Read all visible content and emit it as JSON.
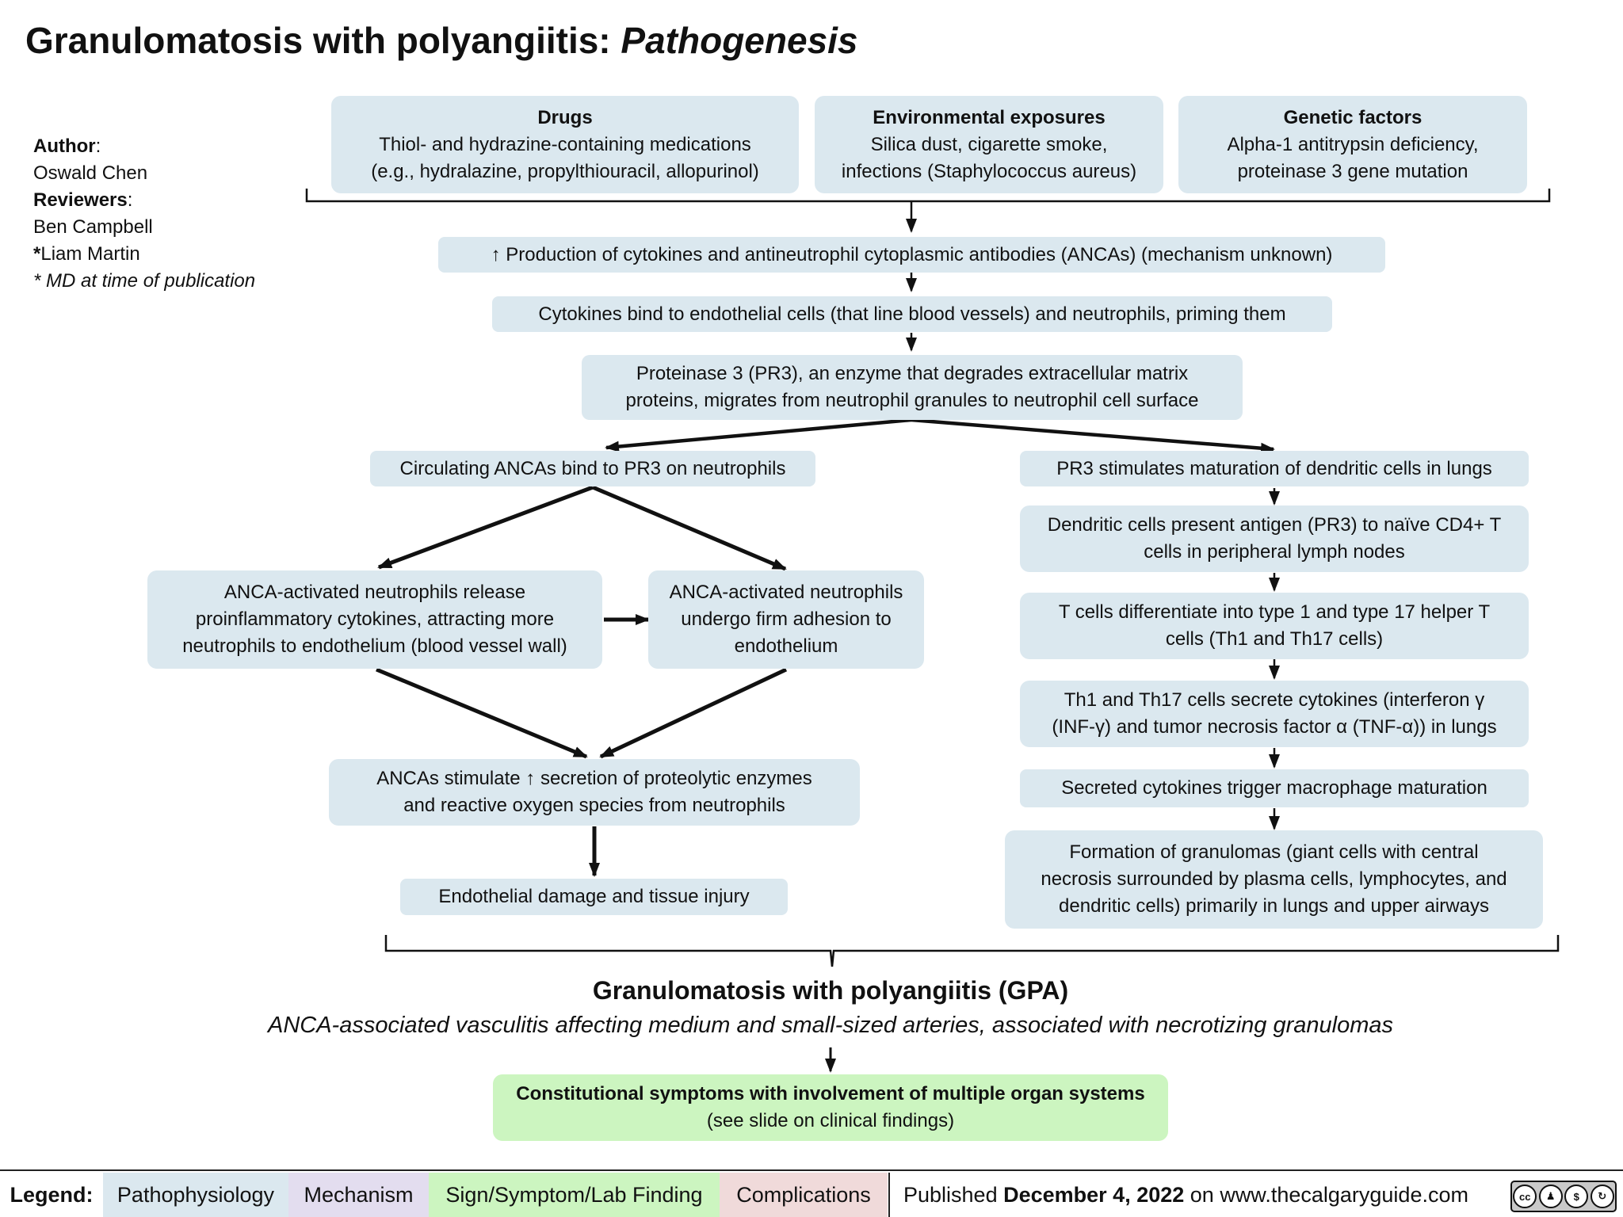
{
  "title": {
    "main": "Granulomatosis with polyangiitis:",
    "italic": "Pathogenesis"
  },
  "author": {
    "author_label": "Author",
    "author_name": "Oswald Chen",
    "reviewers_label": "Reviewers",
    "reviewer_1": "Ben Campbell",
    "reviewer_2_star": "*",
    "reviewer_2": "Liam Martin",
    "note": "* MD at time of publication"
  },
  "causes": {
    "drugs": {
      "head": "Drugs",
      "line1": "Thiol- and hydrazine-containing medications",
      "line2": "(e.g., hydralazine, propylthiouracil, allopurinol)"
    },
    "environment": {
      "head": "Environmental exposures",
      "line1": "Silica dust, cigarette smoke,",
      "line2": "infections (Staphylococcus aureus)"
    },
    "genetic": {
      "head": "Genetic factors",
      "line1": "Alpha-1 antitrypsin deficiency,",
      "line2": "proteinase 3 gene mutation"
    }
  },
  "flow": {
    "production": "↑ Production of cytokines and antineutrophil cytoplasmic antibodies (ANCAs) (mechanism unknown)",
    "cytokines_bind": "Cytokines bind to endothelial cells (that line blood vessels) and neutrophils, priming them",
    "pr3_line1": "Proteinase 3 (PR3), an enzyme that degrades extracellular matrix",
    "pr3_line2": "proteins, migrates from neutrophil granules to neutrophil cell surface"
  },
  "left_branch": {
    "circulating": "Circulating ANCAs bind to PR3 on neutrophils",
    "release_1": "ANCA-activated neutrophils release",
    "release_2": "proinflammatory cytokines, attracting more",
    "release_3": "neutrophils to endothelium (blood vessel wall)",
    "adhesion_1": "ANCA-activated neutrophils",
    "adhesion_2": "undergo firm adhesion to",
    "adhesion_3": "endothelium",
    "stimulate_1": "ANCAs stimulate ↑ secretion of proteolytic enzymes",
    "stimulate_2": "and reactive oxygen species from neutrophils",
    "damage": "Endothelial damage and tissue injury"
  },
  "right_branch": {
    "dendritic": "PR3 stimulates maturation of dendritic cells in lungs",
    "present_1": "Dendritic cells present antigen (PR3) to naïve CD4+ T",
    "present_2": "cells in peripheral lymph nodes",
    "tcells_1": "T cells differentiate into type 1 and type 17 helper T",
    "tcells_2": "cells (Th1 and Th17 cells)",
    "th_1": "Th1 and Th17 cells secrete cytokines (interferon γ",
    "th_2": "(INF-γ) and tumor necrosis factor α (TNF-α)) in lungs",
    "macrophage": "Secreted cytokines trigger macrophage maturation",
    "granuloma_1": "Formation of granulomas (giant cells with central",
    "granuloma_2": "necrosis surrounded by plasma cells, lymphocytes, and",
    "granuloma_3": "dendritic cells) primarily in lungs and upper airways"
  },
  "outcome": {
    "title": "Granulomatosis with polyangiitis (GPA)",
    "subtitle": "ANCA-associated vasculitis affecting medium and small-sized arteries, associated with necrotizing granulomas",
    "symptoms_head": "Constitutional symptoms with involvement of multiple organ systems",
    "symptoms_sub": "(see slide on clinical findings)"
  },
  "footer": {
    "legend_label": "Legend:",
    "legend": [
      {
        "label": "Pathophysiology",
        "color": "#dbe8ef"
      },
      {
        "label": "Mechanism",
        "color": "#e3ddef"
      },
      {
        "label": "Sign/Symptom/Lab Finding",
        "color": "#ccf5c0"
      },
      {
        "label": "Complications",
        "color": "#f0dada"
      }
    ],
    "published_prefix": "Published",
    "published_date": "December 4, 2022",
    "published_suffix": "on www.thecalgaryguide.com",
    "license_icons": [
      "cc",
      "by",
      "nc",
      "sa"
    ]
  }
}
